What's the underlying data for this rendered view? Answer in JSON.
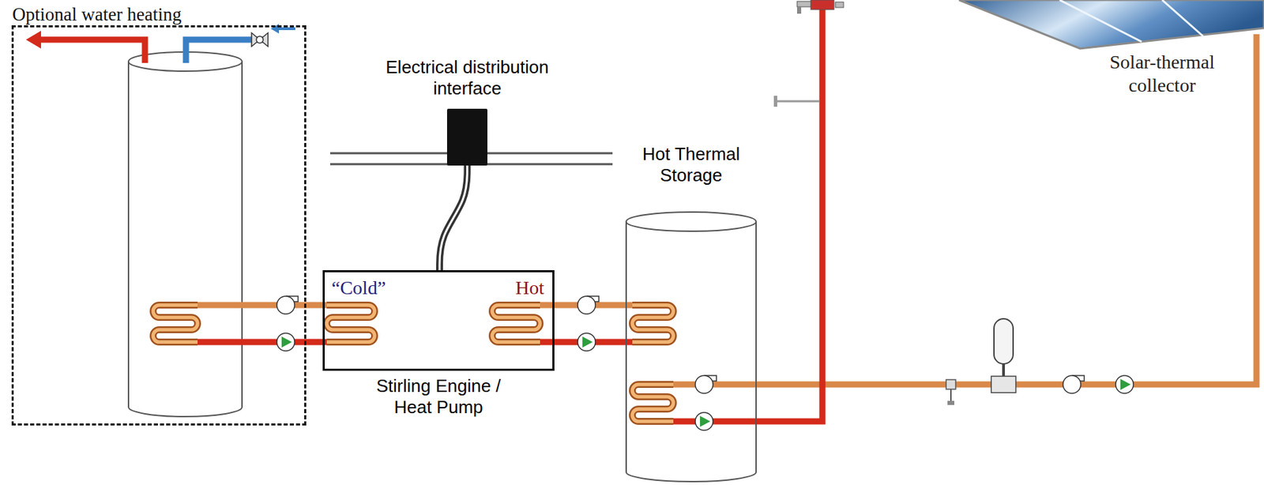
{
  "diagram": {
    "nodes": [
      {
        "text": [
          "Optional water heating"
        ]
      },
      {
        "text": [
          "Electrical distribution interface"
        ]
      },
      {
        "text": [
          "“Cold”",
          "Hot",
          "Stirling Engine / Heat Pump"
        ]
      },
      {
        "text": [
          "Hot Thermal Storage"
        ]
      },
      {
        "text": [
          "Solar-thermal collector"
        ]
      }
    ],
    "edges": [
      {
        "from": 0,
        "to": 2,
        "arrow": "none"
      },
      {
        "from": 1,
        "to": 2,
        "arrow": "none"
      },
      {
        "from": 2,
        "to": 3,
        "arrow": "none"
      },
      {
        "from": 3,
        "to": 4,
        "arrow": "none"
      }
    ]
  }
}
